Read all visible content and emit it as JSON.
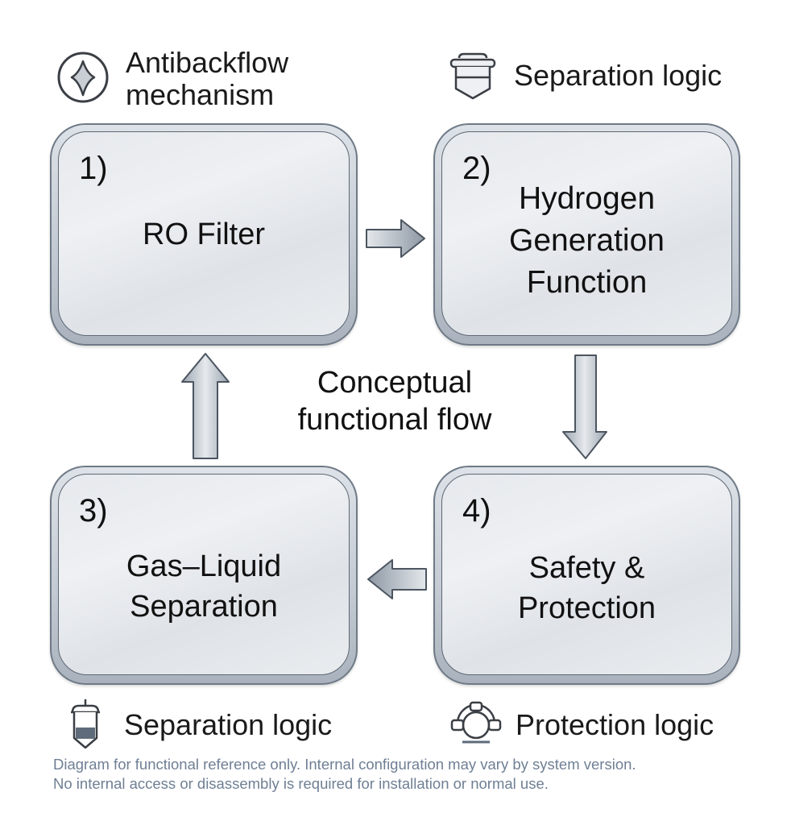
{
  "legend": {
    "top_left": {
      "icon": "diamond-in-circle-icon",
      "text_line1": "Antibackflow",
      "text_line2": "mechanism"
    },
    "top_right": {
      "icon": "separator-cap-icon",
      "text": "Separation logic"
    },
    "bottom_left": {
      "icon": "separator-vessel-icon",
      "text": "Separation logic"
    },
    "bottom_right": {
      "icon": "protection-ring-icon",
      "text": "Protection logic"
    }
  },
  "center_label": {
    "line1": "Conceptual",
    "line2": "functional flow"
  },
  "boxes": [
    {
      "number": "1)",
      "lines": [
        "RO Filter"
      ]
    },
    {
      "number": "2)",
      "lines": [
        "Hydrogen",
        "Generation",
        "Function"
      ]
    },
    {
      "number": "3)",
      "lines": [
        "Gas–Liquid",
        "Separation"
      ]
    },
    {
      "number": "4)",
      "lines": [
        "Safety &",
        "Protection"
      ]
    }
  ],
  "arrows": [
    {
      "from": "1",
      "to": "2",
      "direction": "right"
    },
    {
      "from": "2",
      "to": "4",
      "direction": "down"
    },
    {
      "from": "4",
      "to": "3",
      "direction": "left"
    },
    {
      "from": "3",
      "to": "1",
      "direction": "up"
    }
  ],
  "footnote": {
    "line1": "Diagram for functional reference only. Internal configuration may vary by system version.",
    "line2": "No internal access or disassembly is required for installation or normal use."
  }
}
